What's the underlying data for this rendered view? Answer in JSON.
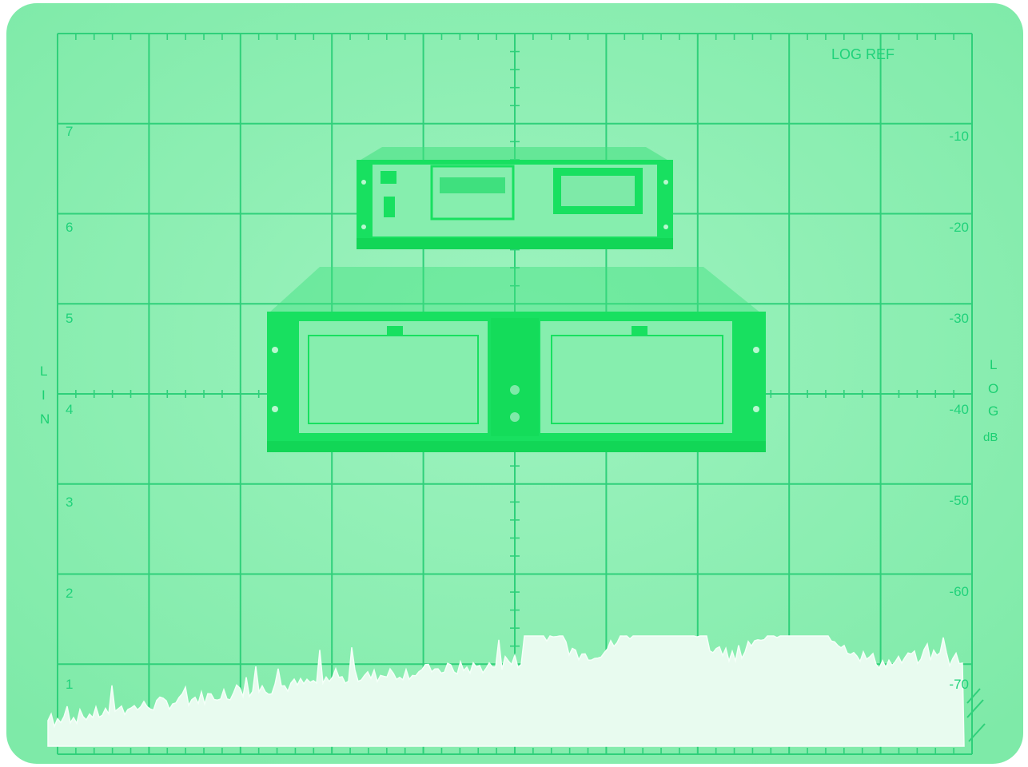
{
  "screen": {
    "phosphor_color": "#8ff0b4",
    "grid_color": "#2fd07a",
    "trace_color": "#e8fbef",
    "rack_color": "#18e060"
  },
  "header": {
    "log_ref": "LOG REF"
  },
  "left_scale": {
    "labels": [
      "7",
      "6",
      "5",
      "4",
      "3",
      "2",
      "1"
    ]
  },
  "right_scale": {
    "labels": [
      "-10",
      "-20",
      "-30",
      "-40",
      "-50",
      "-60",
      "-70"
    ]
  },
  "left_axis_title": {
    "letters": [
      "L",
      "I",
      "N"
    ]
  },
  "right_axis_title": {
    "letters": [
      "L",
      "O",
      "G"
    ],
    "unit": "dB"
  }
}
